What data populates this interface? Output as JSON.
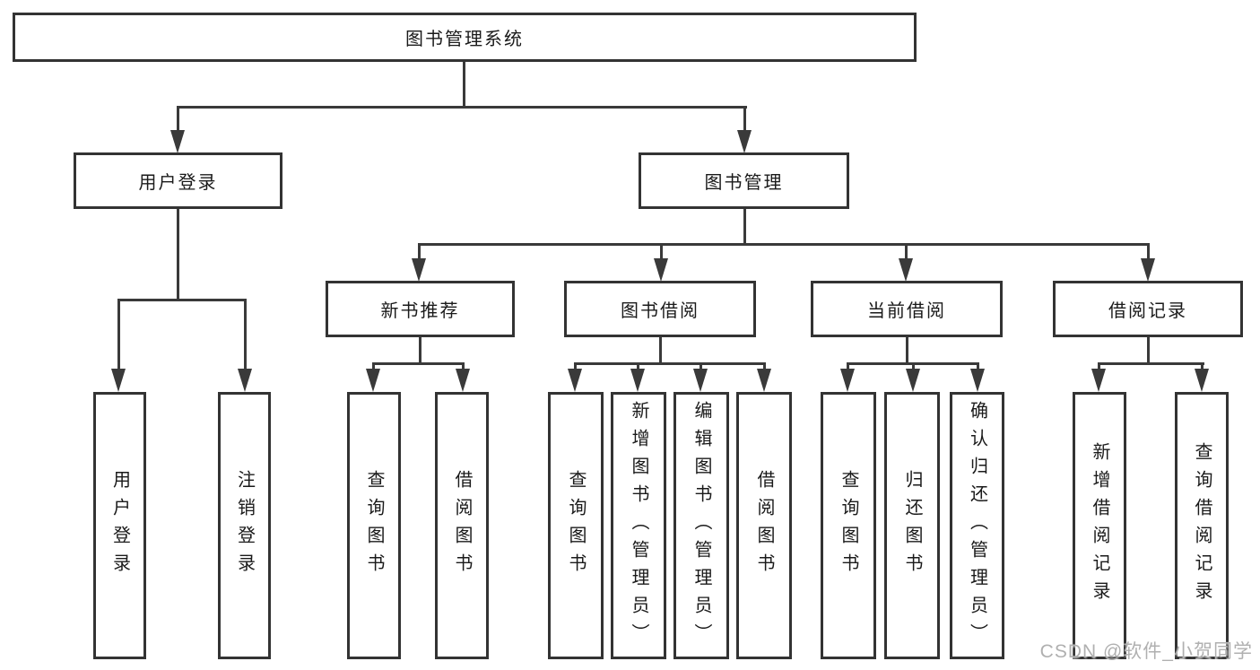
{
  "watermark": "CSDN @软件_小贺同学",
  "colors": {
    "background": "#ffffff",
    "box_border": "#333333",
    "connector_line": "#3a3a3a",
    "text": "#1a1a1a",
    "watermark_text": "#b0b0b0"
  },
  "tree": {
    "root": {
      "label": "图书管理系统",
      "children": [
        {
          "label": "用户登录",
          "children": [
            {
              "label": "用户登录"
            },
            {
              "label": "注销登录"
            }
          ]
        },
        {
          "label": "图书管理",
          "children": [
            {
              "label": "新书推荐",
              "children": [
                {
                  "label": "查询图书"
                },
                {
                  "label": "借阅图书"
                }
              ]
            },
            {
              "label": "图书借阅",
              "children": [
                {
                  "label": "查询图书"
                },
                {
                  "label": "新增图书（管理员）"
                },
                {
                  "label": "编辑图书（管理员）"
                },
                {
                  "label": "借阅图书"
                }
              ]
            },
            {
              "label": "当前借阅",
              "children": [
                {
                  "label": "查询图书"
                },
                {
                  "label": "归还图书"
                },
                {
                  "label": "确认归还（管理员）"
                }
              ]
            },
            {
              "label": "借阅记录",
              "children": [
                {
                  "label": "新增借阅记录"
                },
                {
                  "label": "查询借阅记录"
                }
              ]
            }
          ]
        }
      ]
    }
  }
}
